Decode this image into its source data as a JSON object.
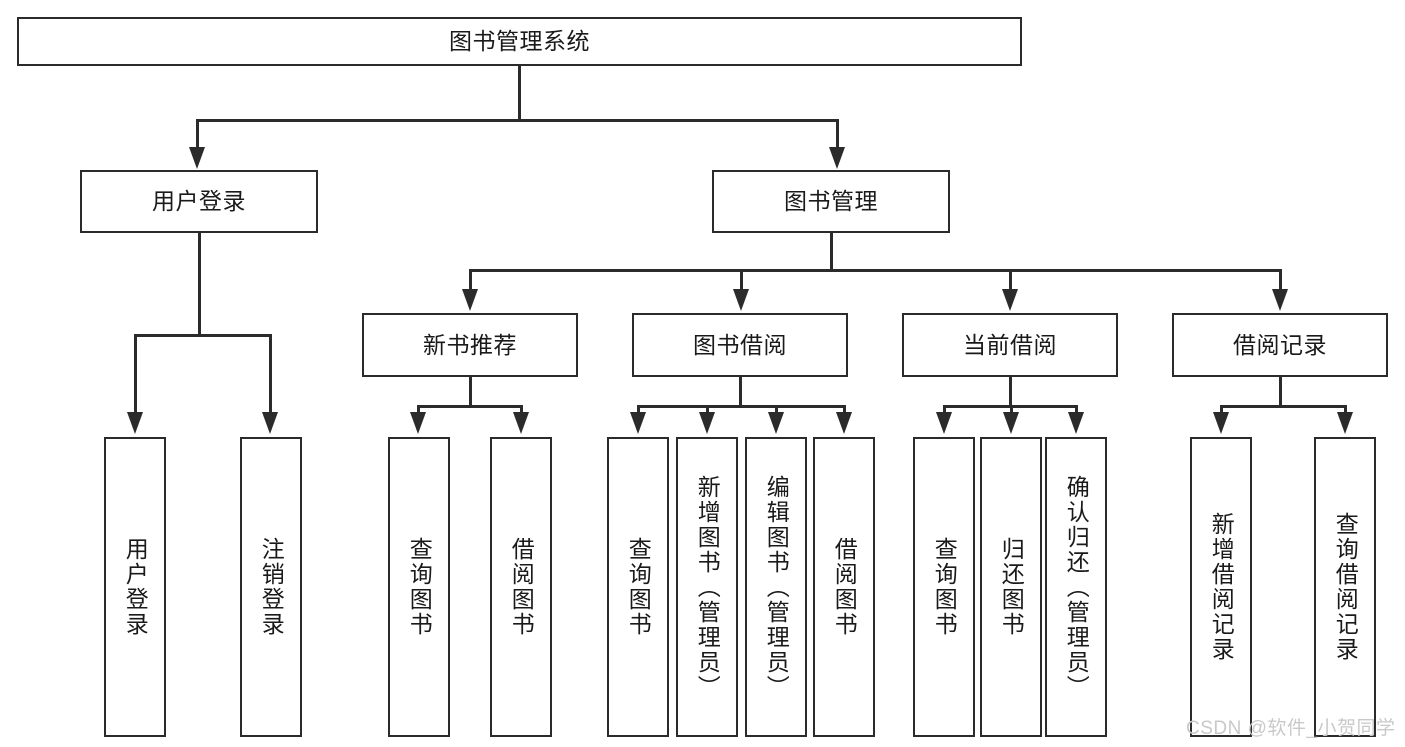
{
  "diagram": {
    "title": "图书管理系统",
    "type": "hierarchy-tree",
    "root": {
      "label": "图书管理系统"
    },
    "level2": [
      {
        "label": "用户登录"
      },
      {
        "label": "图书管理"
      }
    ],
    "level3": [
      {
        "label": "新书推荐"
      },
      {
        "label": "图书借阅"
      },
      {
        "label": "当前借阅"
      },
      {
        "label": "借阅记录"
      }
    ],
    "leaves": {
      "user_login": [
        {
          "label": "用户登录"
        },
        {
          "label": "注销登录"
        }
      ],
      "new_book_recommend": [
        {
          "label": "查询图书"
        },
        {
          "label": "借阅图书"
        }
      ],
      "book_borrow": [
        {
          "label": "查询图书"
        },
        {
          "label": "新增图书（管理员）"
        },
        {
          "label": "编辑图书（管理员）"
        },
        {
          "label": "借阅图书"
        }
      ],
      "current_borrow": [
        {
          "label": "查询图书"
        },
        {
          "label": "归还图书"
        },
        {
          "label": "确认归还（管理员）"
        }
      ],
      "borrow_record": [
        {
          "label": "新增借阅记录"
        },
        {
          "label": "查询借阅记录"
        }
      ]
    }
  },
  "watermark": {
    "text": "CSDN @软件_小贺同学"
  },
  "colors": {
    "stroke": "#2b2b2b",
    "text": "#1a1a1a",
    "background": "#ffffff",
    "watermark": "#c9c9c9"
  }
}
